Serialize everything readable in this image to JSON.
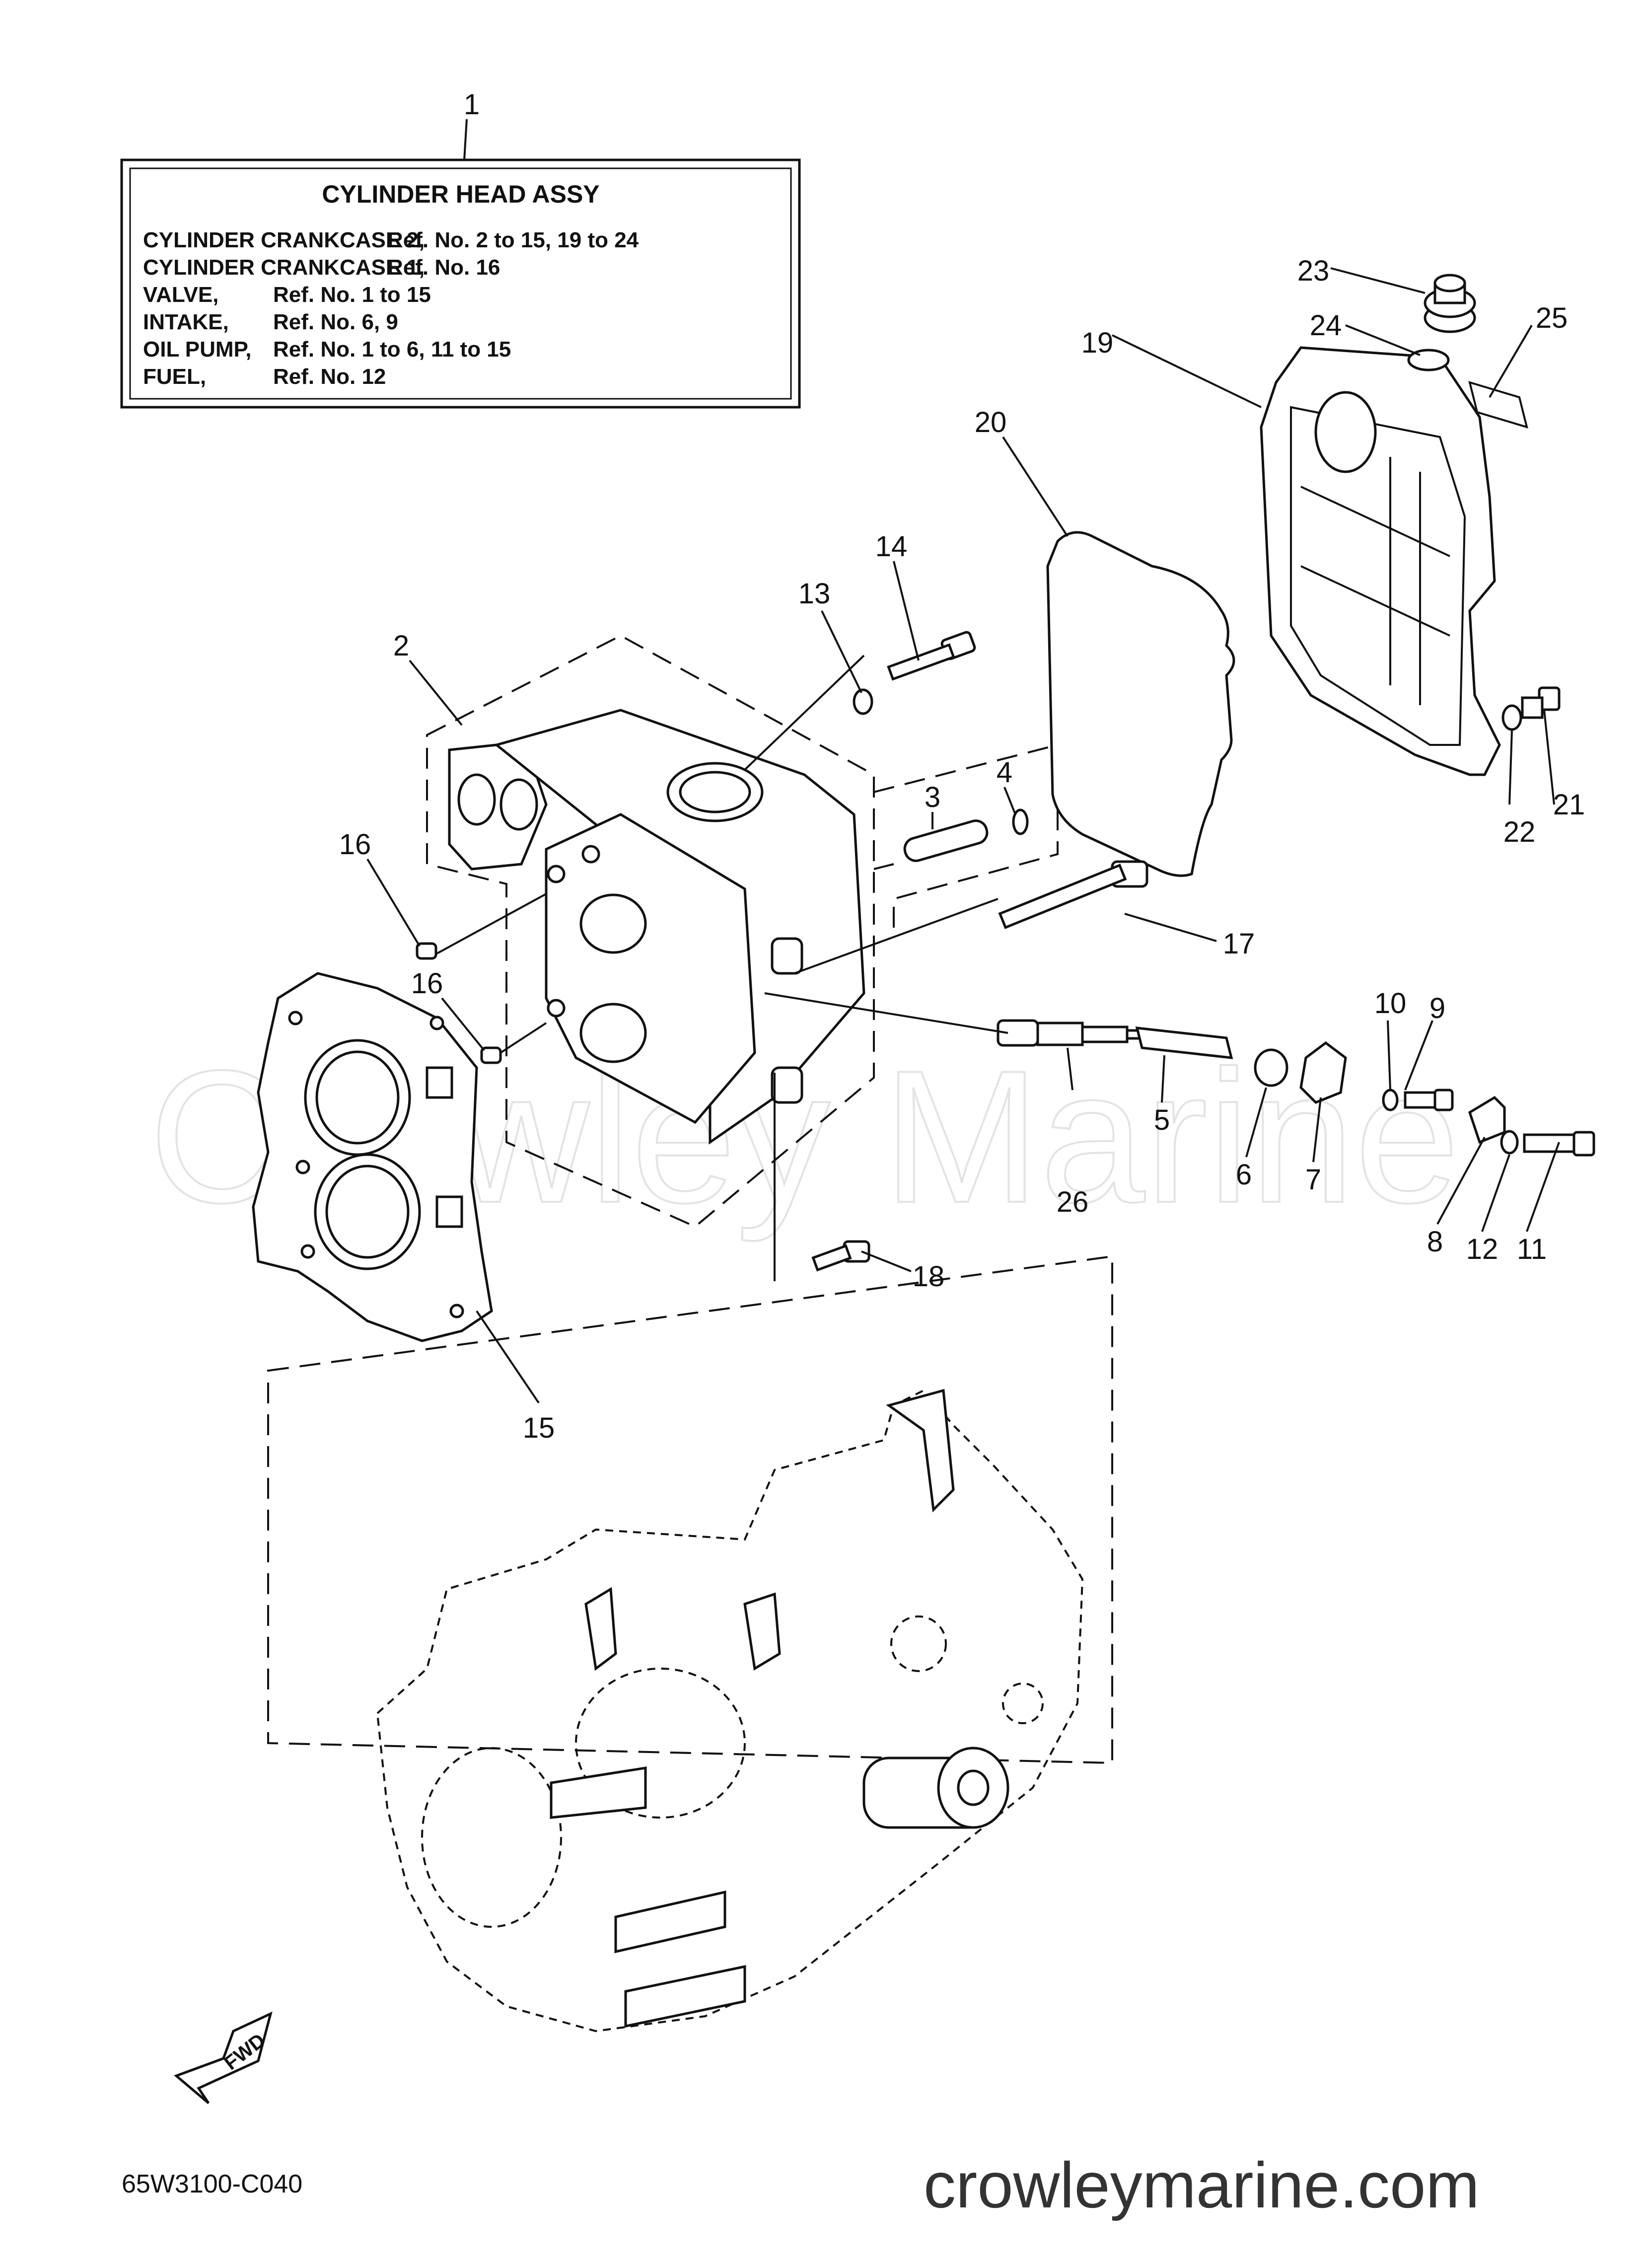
{
  "info_box": {
    "title": "CYLINDER HEAD ASSY",
    "rows": [
      {
        "group": "CYLINDER CRANKCASE 2,",
        "refs": "Ref. No. 2 to 15, 19 to 24"
      },
      {
        "group": "CYLINDER CRANKCASE 1,",
        "refs": "Ref. No. 16"
      },
      {
        "group": "VALVE,",
        "refs": "Ref. No. 1 to 15"
      },
      {
        "group": "INTAKE,",
        "refs": "Ref. No. 6, 9"
      },
      {
        "group": "OIL PUMP,",
        "refs": "Ref. No. 1 to 6, 11 to 15"
      },
      {
        "group": "FUEL,",
        "refs": "Ref. No. 12"
      }
    ]
  },
  "callouts": [
    "1",
    "2",
    "3",
    "4",
    "5",
    "6",
    "7",
    "8",
    "9",
    "10",
    "11",
    "12",
    "13",
    "14",
    "15",
    "16",
    "16",
    "17",
    "18",
    "19",
    "20",
    "21",
    "22",
    "23",
    "24",
    "25",
    "26"
  ],
  "fwd_label": "FWD",
  "part_code": "65W3100-C040",
  "watermark": "Crowley Marine",
  "website": "crowleymarine.com"
}
